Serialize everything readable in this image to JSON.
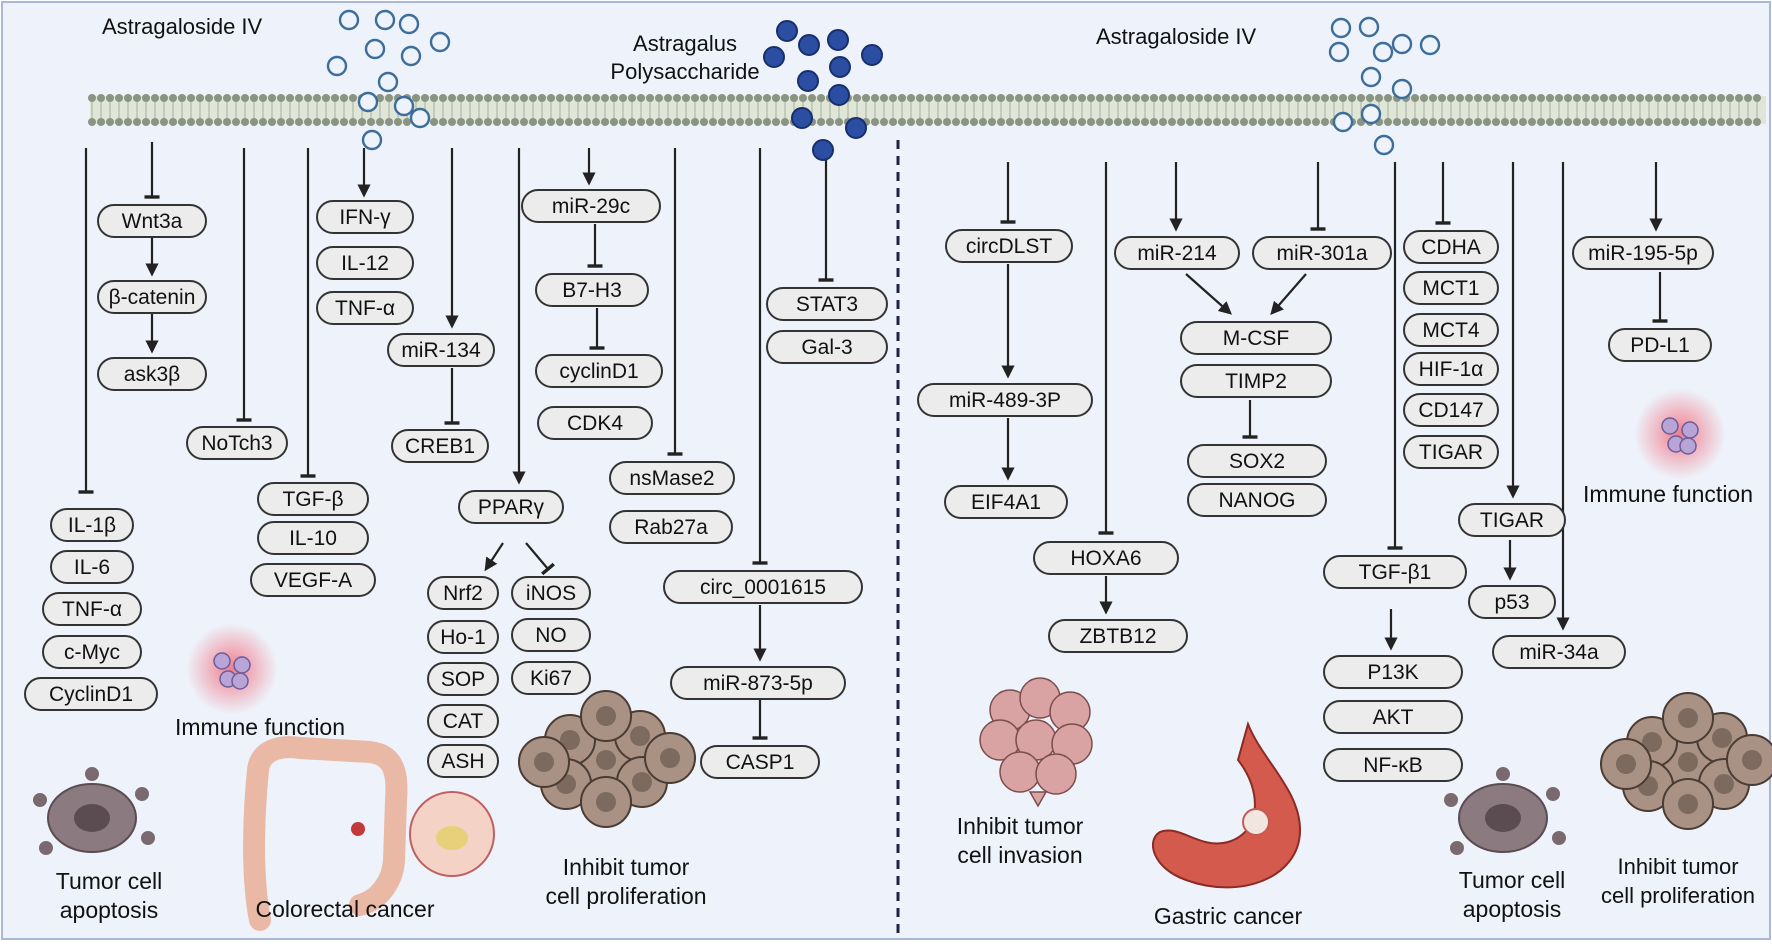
{
  "colors": {
    "background": "#eef3fb",
    "frame": "#a9b8d8",
    "membrane": "#8a9483",
    "divider": "#1d2340",
    "aiv_molecule": "#3d6d9a",
    "aps_molecule": "#233f8f",
    "box_fill": "#ececec",
    "box_border": "#333333"
  },
  "left_panel": {
    "aiv_label": "Astragaloside IV",
    "aps_label": "Astragalus\nPolysaccharide",
    "boxes": {
      "wnt3a": "Wnt3a",
      "beta_catenin": "β-catenin",
      "ask3b": "ask3β",
      "notch3": "NoTch3",
      "ifng": "IFN-γ",
      "il12": "IL-12",
      "tnfa_top": "TNF-α",
      "tgfb": "TGF-β",
      "il10": "IL-10",
      "vegfa": "VEGF-A",
      "mir134": "miR-134",
      "creb1": "CREB1",
      "ppar": "PPARγ",
      "nrf2": "Nrf2",
      "ho1": "Ho-1",
      "sop": "SOP",
      "cat": "CAT",
      "ash": "ASH",
      "inos": "iNOS",
      "no": "NO",
      "ki67": "Ki67",
      "mir29c": "miR-29c",
      "b7h3": "B7-H3",
      "cyclind1_mid": "cyclinD1",
      "cdk4": "CDK4",
      "nsmase2": "nsMase2",
      "rab27a": "Rab27a",
      "stat3": "STAT3",
      "gal3": "Gal-3",
      "circ": "circ_0001615",
      "mir873": "miR-873-5p",
      "casp1": "CASP1",
      "il1b": "IL-1β",
      "il6": "IL-6",
      "tnfa_low": "TNF-α",
      "cmyc": "c-Myc",
      "cyclind1_low": "CyclinD1"
    },
    "labels": {
      "immune": "Immune function",
      "crc": "Colorectal cancer",
      "apoptosis": "Tumor cell\napoptosis",
      "prolif": "Inhibit tumor\ncell proliferation"
    }
  },
  "right_panel": {
    "aiv_label": "Astragaloside IV",
    "boxes": {
      "circdlst": "circDLST",
      "mir489": "miR-489-3P",
      "eif4a1": "EIF4A1",
      "hoxa6": "HOXA6",
      "zbtb12": "ZBTB12",
      "mir214": "miR-214",
      "mir301a": "miR-301a",
      "mcsf": "M-CSF",
      "timp2": "TIMP2",
      "sox2": "SOX2",
      "nanog": "NANOG",
      "cdha": "CDHA",
      "mct1": "MCT1",
      "mct4": "MCT4",
      "hif1a": "HIF-1α",
      "cd147": "CD147",
      "tigar_col": "TIGAR",
      "tgfb1": "TGF-β1",
      "p13k": "P13K",
      "akt": "AKT",
      "nfkb": "NF-κB",
      "tigar": "TIGAR",
      "p53": "p53",
      "mir34a": "miR-34a",
      "mir195": "miR-195-5p",
      "pdl1": "PD-L1"
    },
    "labels": {
      "invasion": "Inhibit tumor\ncell invasion",
      "gastric": "Gastric cancer",
      "immune": "Immune function",
      "apoptosis": "Tumor cell\napoptosis",
      "prolif": "Inhibit tumor\ncell proliferation"
    }
  }
}
